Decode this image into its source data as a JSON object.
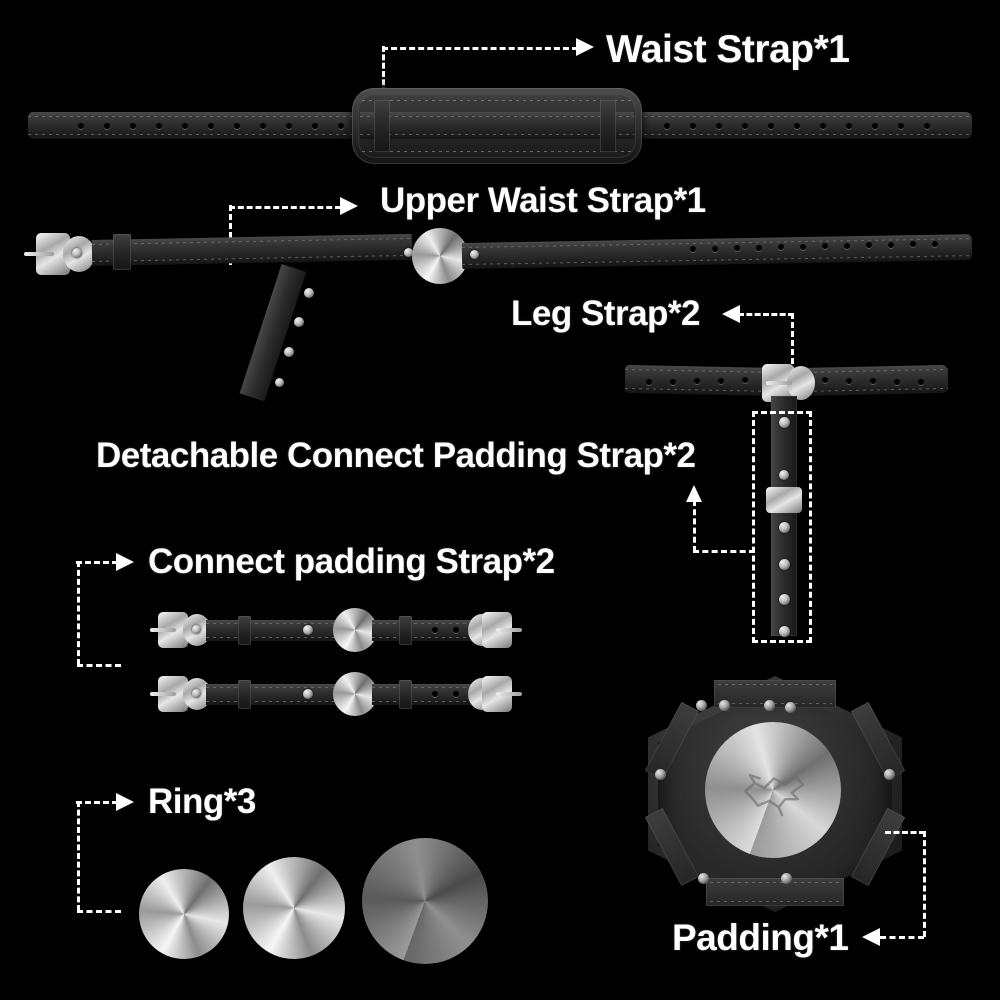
{
  "page": {
    "background_color": "#000000",
    "text_color": "#ffffff",
    "accent_metal": "#cfcfcf",
    "leather_color": "#2b2b2b"
  },
  "labels": {
    "waist_strap": "Waist Strap*1",
    "upper_waist_strap": "Upper Waist Strap*1",
    "leg_strap": "Leg Strap*2",
    "detachable_connect_padding_strap": "Detachable Connect Padding Strap*2",
    "connect_padding_strap": "Connect padding Strap*2",
    "ring": "Ring*3",
    "padding": "Padding*1"
  },
  "components": [
    {
      "id": "waist-strap",
      "label": "Waist Strap*1",
      "quantity": 1,
      "description": "Long leather belt with padded backing panel at center and two keeper loops",
      "features": [
        "punch-holes",
        "padded-center-panel",
        "keeper-loops",
        "edge-stitching"
      ]
    },
    {
      "id": "upper-waist-strap",
      "label": "Upper Waist Strap*1",
      "quantity": 1,
      "description": "Leather belt with pin buckle at left end, central O-ring and descending studded strap",
      "features": [
        "pin-buckle",
        "o-ring",
        "snap-studs",
        "punch-holes"
      ]
    },
    {
      "id": "leg-strap",
      "label": "Leg Strap*2",
      "quantity": 2,
      "description": "Horizontal thigh belt with roller buckle and vertical studded connector strap with slider",
      "features": [
        "roller-buckle",
        "snap-studs",
        "slider-buckle",
        "punch-holes"
      ]
    },
    {
      "id": "detachable-connect-padding-strap",
      "label": "Detachable Connect Padding Strap*2",
      "quantity": 2,
      "description": "Vertical studded strap section below the leg strap buckle, detachable"
    },
    {
      "id": "connect-padding-strap",
      "label": "Connect padding Strap*2",
      "quantity": 2,
      "description": "Two short straps each with buckles on both ends and a central O-ring"
    },
    {
      "id": "ring",
      "label": "Ring*3",
      "quantity": 3,
      "description": "Three metal O-rings in small, medium and large sizes",
      "sizes": [
        "small",
        "medium",
        "large"
      ]
    },
    {
      "id": "padding",
      "label": "Padding*1",
      "quantity": 1,
      "description": "Hexagonal leather pad with central metal ring, embossed winged-creature logo and edge rivets",
      "features": [
        "hexagon",
        "center-ring",
        "embossed-logo",
        "rivets",
        "stitching"
      ]
    }
  ]
}
